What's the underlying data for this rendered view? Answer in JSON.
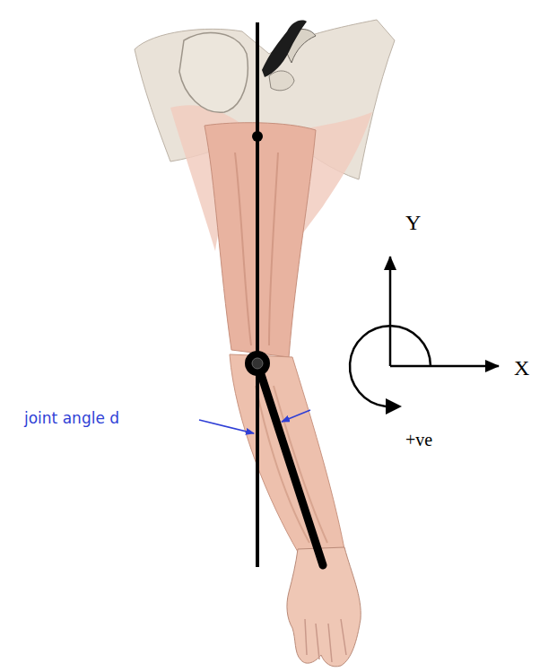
{
  "diagram": {
    "labels": [
      "joint angle d",
      "Y",
      "X",
      "+ve"
    ]
  }
}
